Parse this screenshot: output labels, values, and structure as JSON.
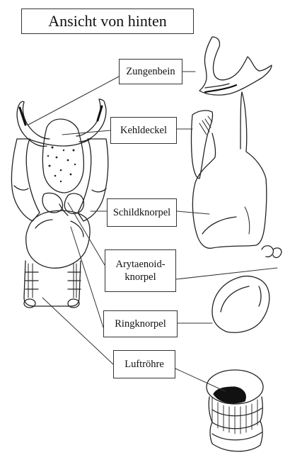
{
  "title": "Ansicht von hinten",
  "labels": {
    "hyoid": "Zungenbein",
    "epiglottis": "Kehldeckel",
    "thyroid": "Schildknorpel",
    "arytenoid_line1": "Arytaenoid-",
    "arytenoid_line2": "knorpel",
    "cricoid": "Ringknorpel",
    "trachea": "Luftröhre"
  },
  "colors": {
    "line": "#222222",
    "background": "#ffffff"
  }
}
